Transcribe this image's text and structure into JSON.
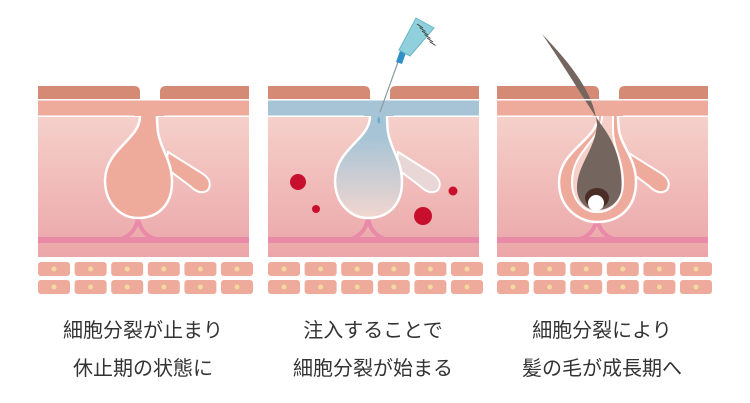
{
  "panels": [
    {
      "id": "resting",
      "caption": [
        "細胞分裂が止まり",
        "休止期の状態に"
      ],
      "state": "rest"
    },
    {
      "id": "injection",
      "caption": [
        "注入することで",
        "細胞分裂が始まる"
      ],
      "state": "inject"
    },
    {
      "id": "growth",
      "caption": [
        "細胞分裂により",
        "髪の毛が成長期へ"
      ],
      "state": "grow"
    }
  ],
  "colors": {
    "epidermis_top": "#d48a74",
    "epidermis": "#eeab9c",
    "dermis_top": "#f5d0ca",
    "dermis_bottom": "#eba6a8",
    "basement_line": "#ea8aa9",
    "cell": "#eeab9c",
    "cell_nucleus": "#f2d9a0",
    "injected_layer": "#a6c4d6",
    "blood_dot": "#c8102e",
    "hair": "#75655f"
  }
}
